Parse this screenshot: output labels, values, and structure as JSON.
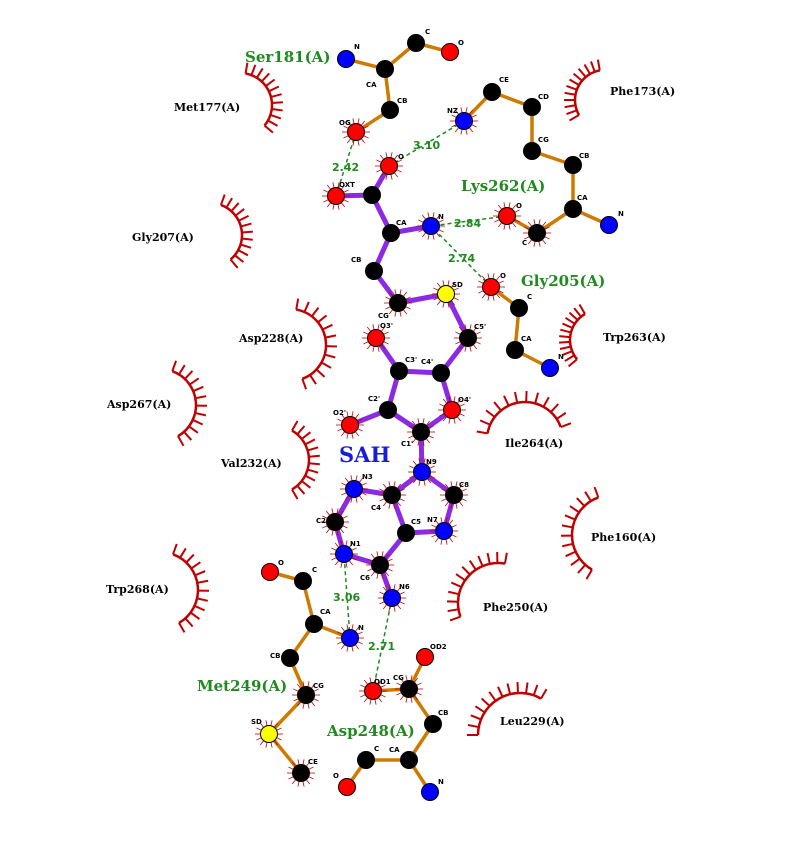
{
  "ligand": {
    "name": "SAH"
  },
  "colors": {
    "carbon": "#000000",
    "nitrogen": "#0000ff",
    "oxygen": "#ff0000",
    "sulfur": "#ffff00",
    "ligand_bond": "#8a2be2",
    "residue_bond": "#cc7a00",
    "hbond": "#1f8a1f",
    "hydrophobic": "#c00000"
  },
  "atom_labels": {
    "ser_n": "N",
    "ser_c": "C",
    "ser_o": "O",
    "ser_ca": "CA",
    "ser_cb": "CB",
    "ser_og": "OG",
    "lys_nz": "NZ",
    "lys_ce": "CE",
    "lys_cd": "CD",
    "lys_cg": "CG",
    "lys_cb": "CB",
    "lys_ca": "CA",
    "lys_n": "N",
    "lys_o": "O",
    "lys_c": "C",
    "sah_o": "O",
    "sah_oxt": "OXT",
    "sah_ca": "CA",
    "sah_n": "N",
    "sah_cb": "CB",
    "sah_cg": "CG",
    "sah_sd": "SD",
    "sah_c5p": "C5'",
    "sah_o3p": "O3'",
    "sah_c3p": "C3'",
    "sah_c4p": "C4'",
    "sah_c2p": "C2'",
    "sah_o4p": "O4'",
    "sah_o2p": "O2'",
    "sah_c1p": "C1'",
    "sah_n9": "N9",
    "sah_n3": "N3",
    "sah_c8": "C8",
    "sah_c4": "C4",
    "sah_c2": "C2",
    "sah_c5": "C5",
    "sah_n7": "N7",
    "sah_n1": "N1",
    "sah_c6": "C6",
    "sah_n6": "N6",
    "gly_o": "O",
    "gly_c": "C",
    "gly_ca": "CA",
    "gly_n": "N",
    "met_o": "O",
    "met_c": "C",
    "met_ca": "CA",
    "met_n": "N",
    "met_cb": "CB",
    "met_cg": "CG",
    "met_sd": "SD",
    "met_ce": "CE",
    "asp_od2": "OD2",
    "asp_od1": "OD1",
    "asp_cg": "CG",
    "asp_cb": "CB",
    "asp_ca": "CA",
    "asp_c": "C",
    "asp_o": "O",
    "asp_n": "N"
  },
  "residues_hbonded": {
    "ser181": "Ser181(A)",
    "lys262": "Lys262(A)",
    "gly205": "Gly205(A)",
    "met249": "Met249(A)",
    "asp248": "Asp248(A)"
  },
  "residues_hydrophobic": {
    "met177": "Met177(A)",
    "phe173": "Phe173(A)",
    "gly207": "Gly207(A)",
    "asp228": "Asp228(A)",
    "trp263": "Trp263(A)",
    "asp267": "Asp267(A)",
    "ile264": "Ile264(A)",
    "val232": "Val232(A)",
    "phe160": "Phe160(A)",
    "trp268": "Trp268(A)",
    "phe250": "Phe250(A)",
    "leu229": "Leu229(A)"
  },
  "hbond_distances": {
    "ser_og_oxt": "2.42",
    "lys_nz_o": "3.10",
    "lys_o_n": "2.84",
    "gly_o_n": "2.74",
    "met_n_n1": "3.06",
    "asp_od1_n6": "2.71"
  }
}
